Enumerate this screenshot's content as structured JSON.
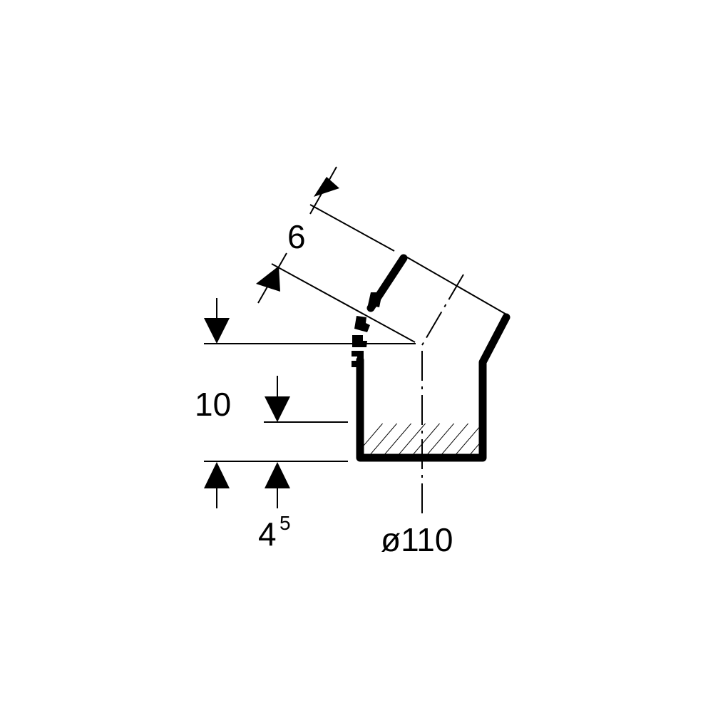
{
  "dimensions": {
    "seal_length": "6",
    "socket_depth": "10",
    "insert_base": "4",
    "insert_sup": "5",
    "diameter": "ø110"
  }
}
